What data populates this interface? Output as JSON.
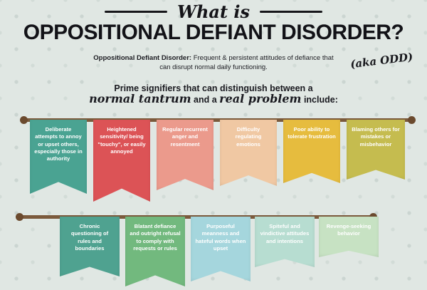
{
  "header": {
    "eyebrow": "What is",
    "title": "OPPOSITIONAL DEFIANT DISORDER?",
    "aka": "(aka ODD)",
    "definition_lead": "Oppositional Defiant Disorder:",
    "definition_rest": " Frequent & persistent attitudes of defiance that can disrupt normal daily functioning."
  },
  "subheading": {
    "line1": "Prime signifiers that can distinguish between a",
    "script1": "normal tantrum",
    "mid": " and a ",
    "script2": "real problem",
    "tail": " include:"
  },
  "colors": {
    "background": "#e0e7e3",
    "rod": "#7b5a3c",
    "title_text": "#121217"
  },
  "banners": {
    "row1": [
      {
        "text": "Deliberate attempts to annoy or upset others, especially those in authority",
        "color": "#4aa392"
      },
      {
        "text": "Heightened sensitivity/ being \"touchy\", or easily annoyed",
        "color": "#dc5356"
      },
      {
        "text": "Regular recurrent anger and resentment",
        "color": "#eb9a8c"
      },
      {
        "text": "Difficulty regulating emotions",
        "color": "#f0c8a3"
      },
      {
        "text": "Poor ability to tolerate frustration",
        "color": "#e6bc3e"
      },
      {
        "text": "Blaming others for mistakes or misbehavior",
        "color": "#c5bc4f"
      }
    ],
    "row2": [
      {
        "text": "Chronic questioning of rules and boundaries",
        "color": "#4fa290"
      },
      {
        "text": "Blatant defiance and outright refusal to comply with requests or rules",
        "color": "#72b97e"
      },
      {
        "text": "Purposeful meanness and hateful words when upset",
        "color": "#a5d6dd"
      },
      {
        "text": "Spiteful and vindictive attitudes and intentions",
        "color": "#b7ddd1"
      },
      {
        "text": "Revenge-seeking behavior",
        "color": "#c7e2c3"
      }
    ]
  }
}
